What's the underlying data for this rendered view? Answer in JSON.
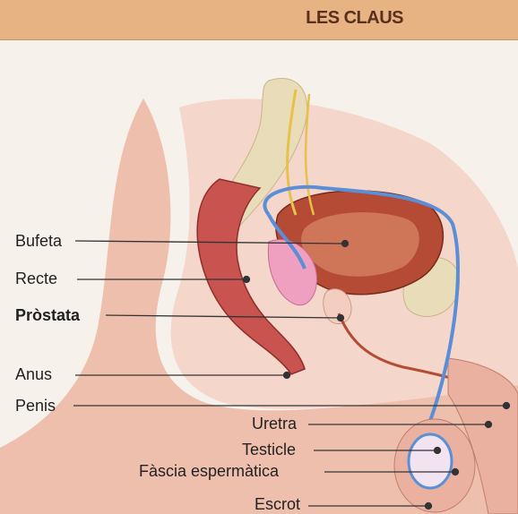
{
  "header": {
    "title": "LES CLAUS"
  },
  "labels": {
    "bufeta": "Bufeta",
    "recte": "Recte",
    "prostata": "Pròstata",
    "anus": "Anus",
    "penis": "Penis",
    "uretra": "Uretra",
    "testicle": "Testicle",
    "fascia": "Fàscia espermàtica",
    "escrot": "Escrot"
  },
  "colors": {
    "header_bg": "#e7b383",
    "skin": "#e9a48f",
    "skin_light": "#f3cdbf",
    "rectum": "#c9544f",
    "bladder": "#b54b35",
    "vas": "#5a8fd8",
    "nerve": "#e6c24a",
    "bone": "#e9dcb8",
    "prostate": "#ef9fc0"
  }
}
